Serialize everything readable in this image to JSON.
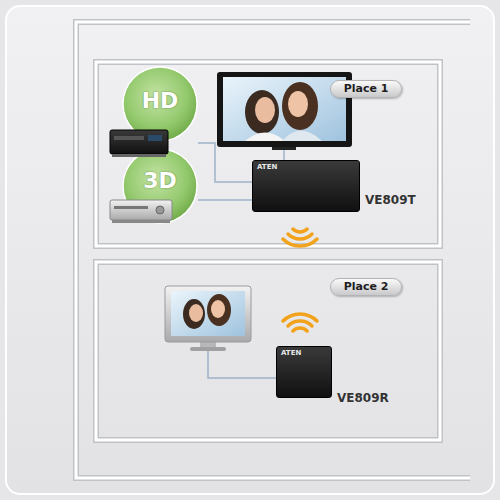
{
  "diagram": {
    "nodes": [
      {
        "text": [
          "Place 1"
        ]
      },
      {
        "text": [
          "HD"
        ]
      },
      {
        "text": [
          "3D"
        ]
      },
      {
        "text": [
          "VE809T"
        ]
      },
      {
        "text": [
          "Place 2"
        ]
      },
      {
        "text": [
          "VE809R"
        ]
      }
    ],
    "edges": [
      {
        "from": 1,
        "to": 3,
        "arrow": "none"
      },
      {
        "from": 2,
        "to": 3,
        "arrow": "none"
      }
    ],
    "labels": [
      "ATEN",
      "ATEN"
    ]
  }
}
